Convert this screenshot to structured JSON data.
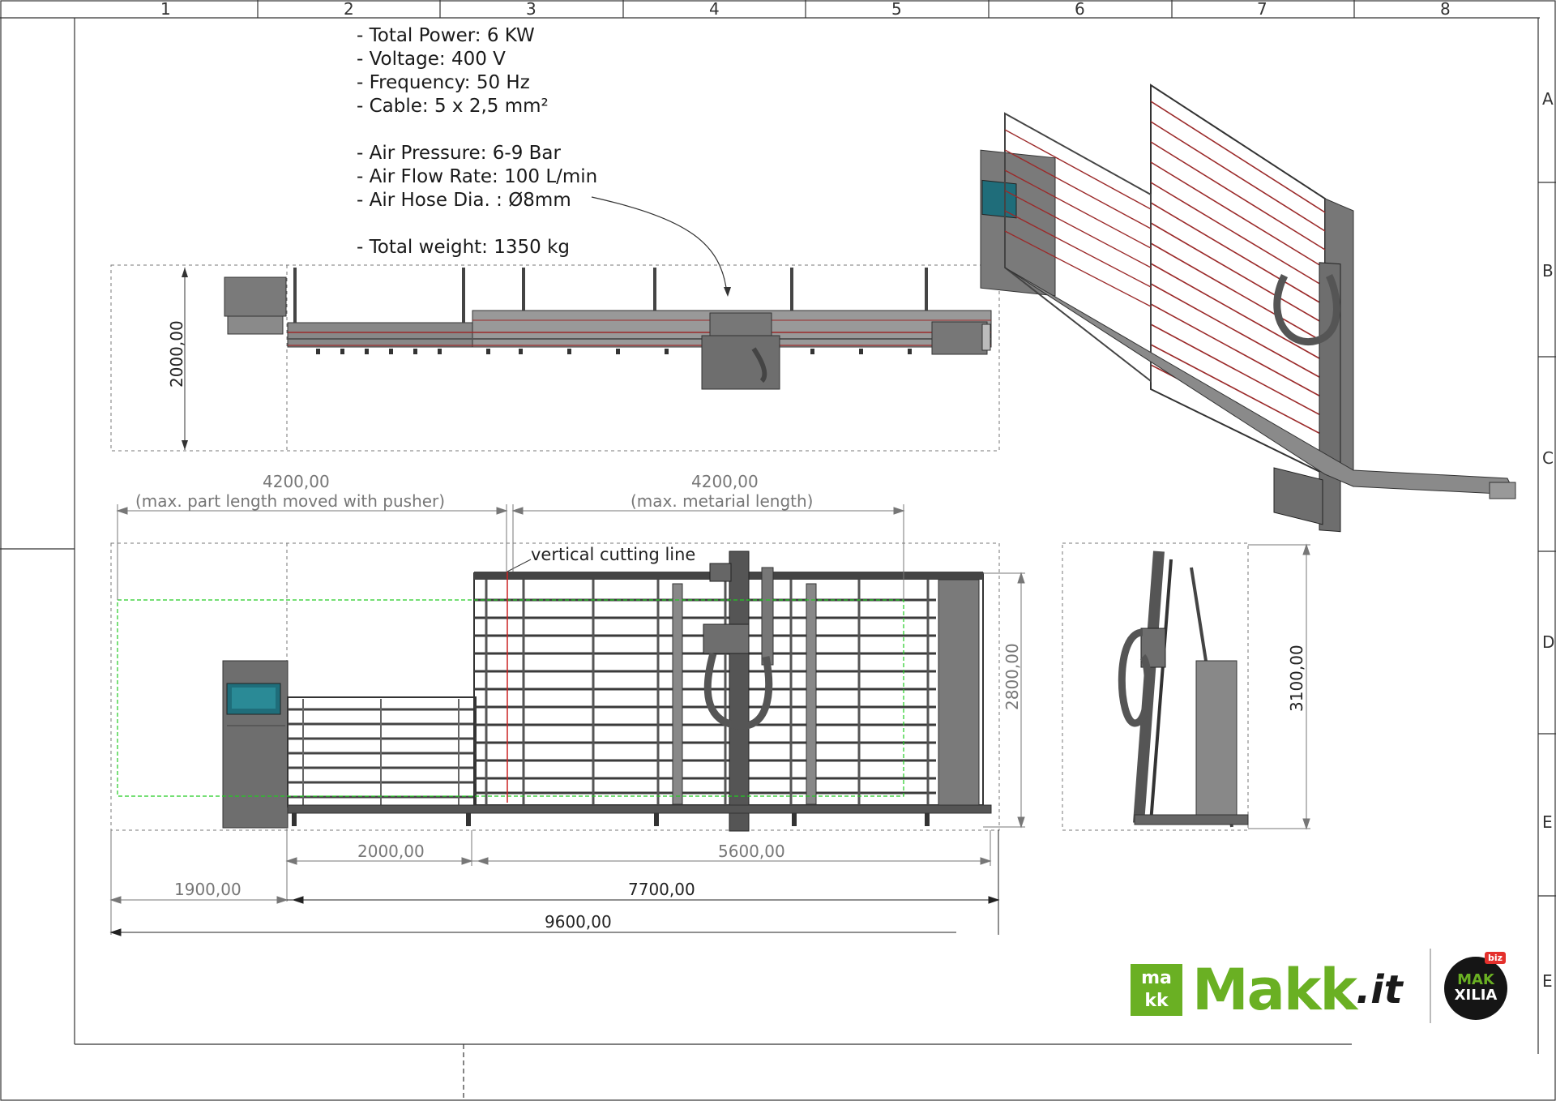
{
  "sheet": {
    "grid_columns": [
      "1",
      "2",
      "3",
      "4",
      "5",
      "6",
      "7",
      "8"
    ],
    "grid_rows": [
      "A",
      "B",
      "C",
      "D",
      "E",
      "E"
    ]
  },
  "specs": {
    "power": "- Total Power: 6 KW",
    "voltage": "- Voltage: 400 V",
    "frequency": "- Frequency: 50 Hz",
    "cable": "- Cable: 5 x 2,5 mm²",
    "air_pressure": "- Air Pressure: 6-9 Bar",
    "air_flow": "- Air Flow Rate: 100 L/min",
    "air_hose": "- Air Hose Dia. : Ø8mm",
    "weight": "- Total weight: 1350 kg"
  },
  "top_view": {
    "depth_dim": "2000,00"
  },
  "front_view": {
    "pusher_dim": "4200,00",
    "pusher_label": "(max. part length moved with pusher)",
    "material_dim": "4200,00",
    "material_label": "(max. metarial length)",
    "cutting_line_label": "vertical cutting line",
    "height_dim": "2800,00",
    "dim_2000": "2000,00",
    "dim_5600": "5600,00",
    "dim_1900": "1900,00",
    "dim_7700": "7700,00",
    "dim_9600": "9600,00"
  },
  "side_view": {
    "height_dim": "3100,00"
  },
  "logo": {
    "mark_top": "ma",
    "mark_bottom": "kk",
    "brand": "Makk",
    "domain": ".it",
    "badge_top": "MAK",
    "badge_bottom": "XILIA",
    "badge_tag": "biz"
  },
  "colors": {
    "machine_gray": "#6e6e6e",
    "frame_dark": "#3a3a3a",
    "accent_red": "#9b2a2a",
    "green_outline": "#22cc22",
    "brand_green": "#6ab023",
    "screen_teal": "#1f6d7a"
  }
}
